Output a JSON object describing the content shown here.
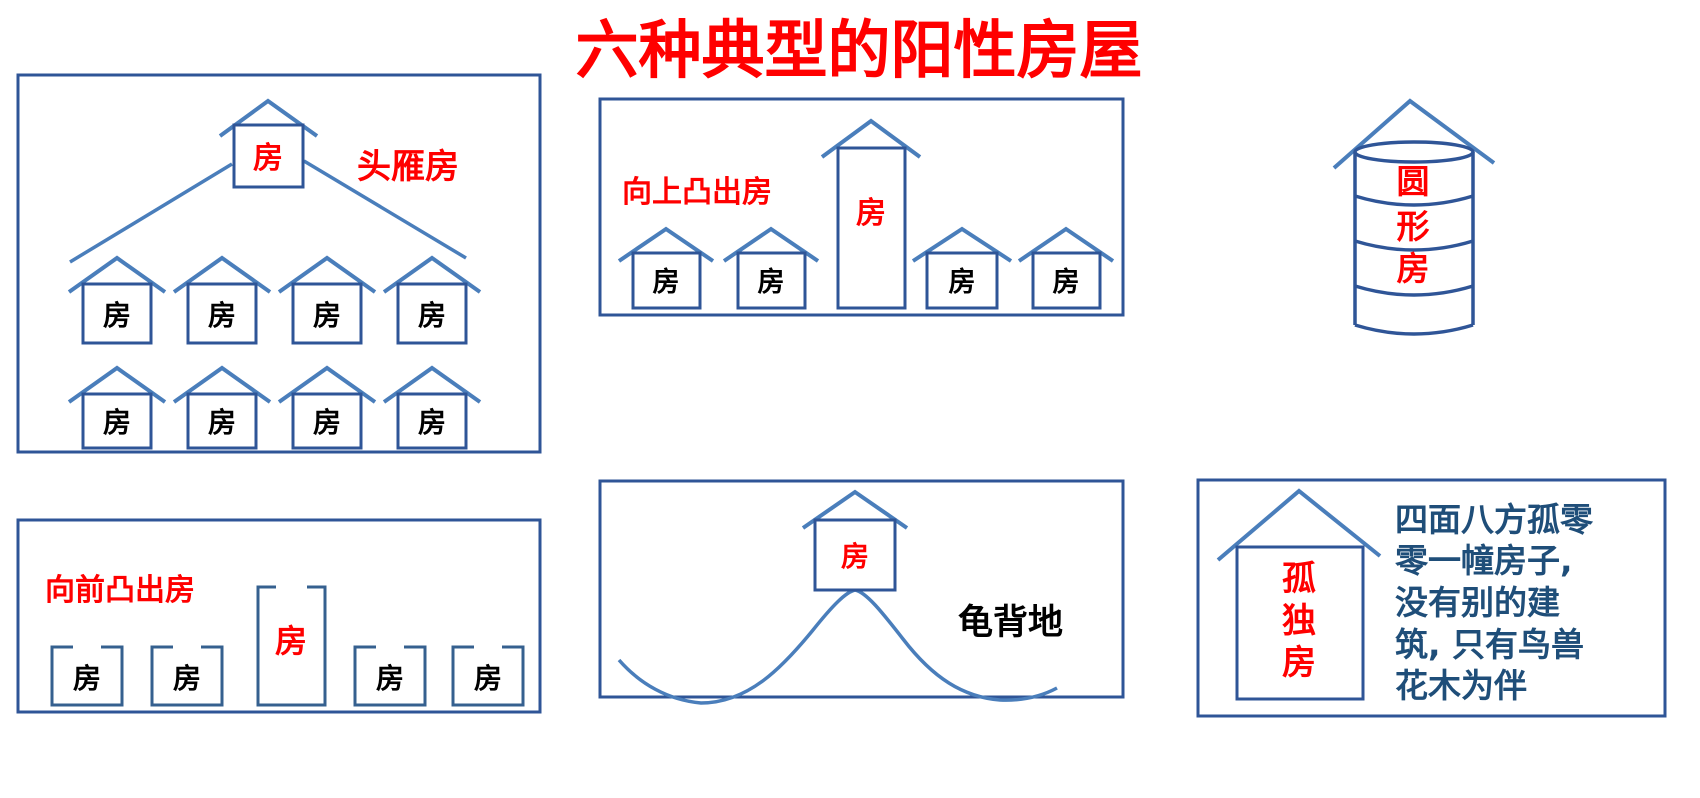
{
  "title": "六种典型的阳性房屋",
  "house_char": "房",
  "colors": {
    "title_red": "#FF0000",
    "label_red": "#FF0000",
    "label_black": "#000000",
    "description_blue": "#1F4E79",
    "line_dark_blue": "#2F5597",
    "line_light_blue": "#4A7EBB"
  },
  "panels": {
    "head_goose_house": {
      "label": "头雁房"
    },
    "upward_protruding_house": {
      "label": "向上凸出房"
    },
    "round_house": {
      "chars": [
        "圆",
        "形",
        "房"
      ]
    },
    "forward_protruding_house": {
      "label": "向前凸出房"
    },
    "turtle_back_land": {
      "label": "龟背地"
    },
    "lonely_house": {
      "chars": [
        "孤",
        "独",
        "房"
      ],
      "description_lines": [
        "四面八方孤零",
        "零一幢房子,",
        "没有别的建",
        "筑, 只有鸟兽",
        "花木为伴"
      ]
    }
  }
}
